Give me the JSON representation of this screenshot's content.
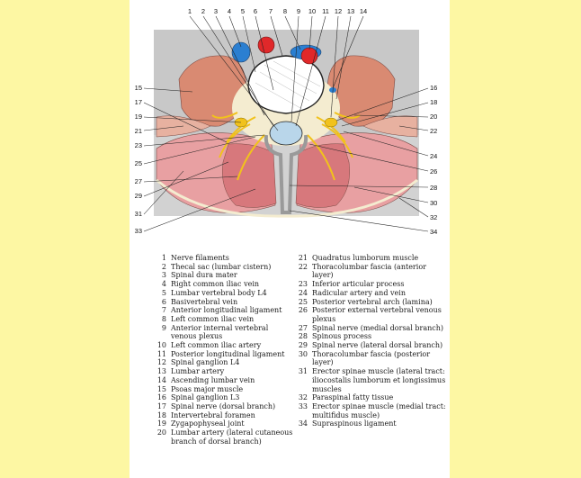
{
  "figure": {
    "top_numbers": [
      "1",
      "2",
      "3",
      "4",
      "5",
      "6",
      "7",
      "8",
      "9",
      "10",
      "11",
      "12",
      "13",
      "14"
    ],
    "left_numbers": [
      "15",
      "17",
      "19",
      "21",
      "23",
      "25",
      "27",
      "29",
      "31",
      "33"
    ],
    "right_numbers": [
      "16",
      "18",
      "20",
      "22",
      "24",
      "26",
      "28",
      "30",
      "32",
      "34"
    ]
  },
  "legend": {
    "left": [
      {
        "n": "1",
        "t": "Nerve filaments"
      },
      {
        "n": "2",
        "t": "Thecal sac (lumbar cistern)"
      },
      {
        "n": "3",
        "t": "Spinal dura mater"
      },
      {
        "n": "4",
        "t": "Right common iliac vein"
      },
      {
        "n": "5",
        "t": "Lumbar vertebral body L4"
      },
      {
        "n": "6",
        "t": "Basivertebral vein"
      },
      {
        "n": "7",
        "t": "Anterior longitudinal ligament"
      },
      {
        "n": "8",
        "t": "Left common iliac vein"
      },
      {
        "n": "9",
        "t": "Anterior internal vertebral venous plexus"
      },
      {
        "n": "10",
        "t": "Left common iliac artery"
      },
      {
        "n": "11",
        "t": "Posterior longitudinal ligament"
      },
      {
        "n": "12",
        "t": "Spinal ganglion L4"
      },
      {
        "n": "13",
        "t": "Lumbar artery"
      },
      {
        "n": "14",
        "t": "Ascending lumbar vein"
      },
      {
        "n": "15",
        "t": "Psoas major muscle"
      },
      {
        "n": "16",
        "t": "Spinal ganglion L3"
      },
      {
        "n": "17",
        "t": "Spinal nerve (dorsal branch)"
      },
      {
        "n": "18",
        "t": "Intervertebral foramen"
      },
      {
        "n": "19",
        "t": "Zygapophyseal joint"
      },
      {
        "n": "20",
        "t": "Lumbar artery (lateral cutaneous branch of dorsal branch)"
      }
    ],
    "right": [
      {
        "n": "21",
        "t": "Quadratus lumborum muscle"
      },
      {
        "n": "22",
        "t": "Thoracolumbar fascia (anterior layer)"
      },
      {
        "n": "23",
        "t": "Inferior articular process"
      },
      {
        "n": "24",
        "t": "Radicular artery and vein"
      },
      {
        "n": "25",
        "t": "Posterior vertebral arch (lamina)"
      },
      {
        "n": "26",
        "t": "Posterior external vertebral venous plexus"
      },
      {
        "n": "27",
        "t": "Spinal nerve (medial dorsal branch)"
      },
      {
        "n": "28",
        "t": "Spinous process"
      },
      {
        "n": "29",
        "t": "Spinal nerve (lateral dorsal branch)"
      },
      {
        "n": "30",
        "t": "Thoracolumbar fascia (posterior layer)"
      },
      {
        "n": "31",
        "t": "Erector spinae muscle (lateral tract: iliocostalis lumborum et longissimus muscles"
      },
      {
        "n": "32",
        "t": "Paraspinal fatty tissue"
      },
      {
        "n": "33",
        "t": "Erector spinae muscle (medial tract: multifidus muscle)"
      },
      {
        "n": "34",
        "t": "Supraspinous ligament"
      }
    ]
  },
  "colors": {
    "background": "#fdf7a3",
    "page": "#ffffff",
    "scan_bg": "#c8c8c8",
    "muscle_psoas": "#d98a72",
    "muscle_back": "#e8a0a2",
    "vein": "#2b7fd1",
    "artery": "#e0282a",
    "fat": "#f4ecd0",
    "thecal_sac": "#b9d6ea",
    "nerve": "#f1c21c"
  }
}
